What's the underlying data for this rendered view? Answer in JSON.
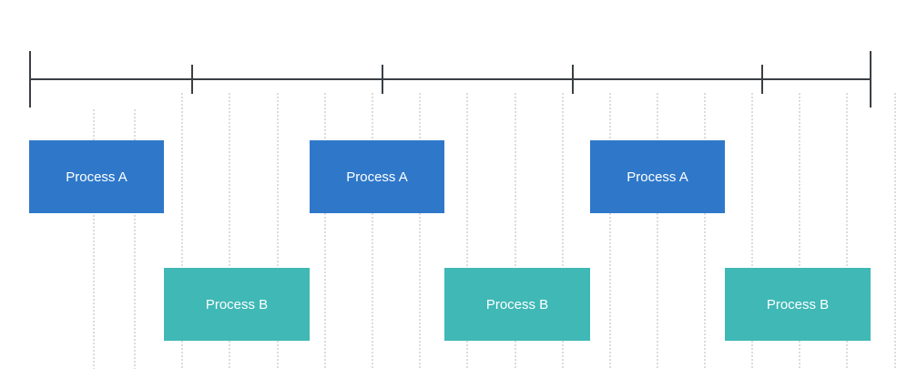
{
  "colors": {
    "process_a": "#2f78c9",
    "process_b": "#3fb8b6",
    "timeline": "#3a3f44",
    "grid": "#b8b8b8",
    "text": "#ffffff"
  },
  "processes": [
    {
      "label": "Process A",
      "lane": "a"
    },
    {
      "label": "Process B",
      "lane": "b"
    },
    {
      "label": "Process A",
      "lane": "a"
    },
    {
      "label": "Process B",
      "lane": "b"
    },
    {
      "label": "Process A",
      "lane": "a"
    },
    {
      "label": "Process B",
      "lane": "b"
    }
  ]
}
